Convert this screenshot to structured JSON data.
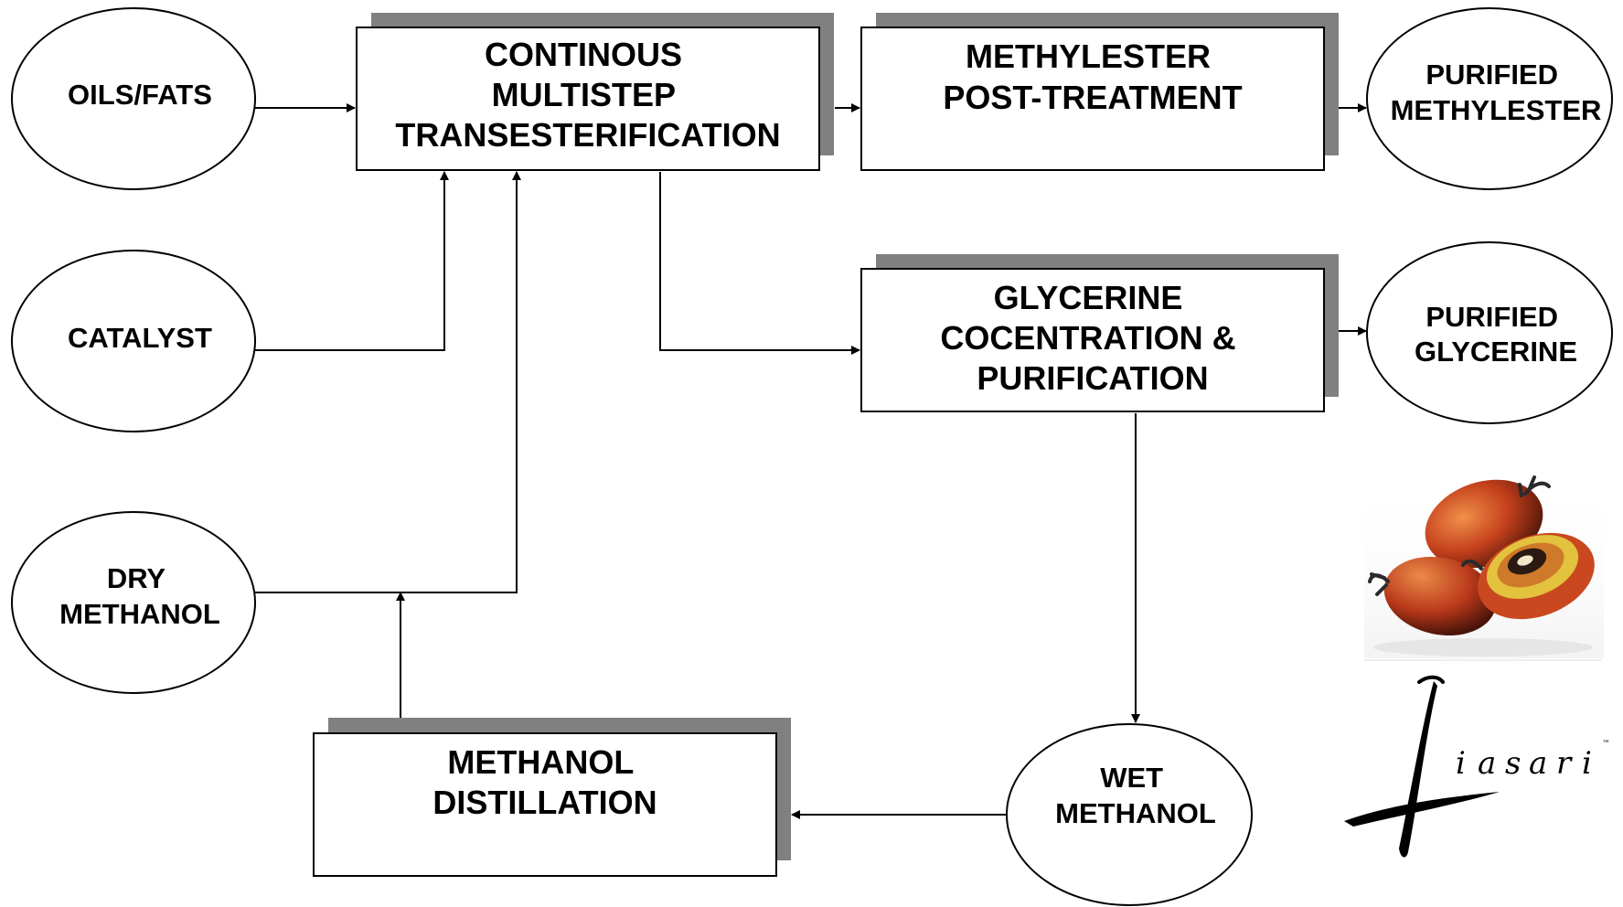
{
  "colors": {
    "stroke": "#000000",
    "box_fill": "#ffffff",
    "box_shadow": "#808080",
    "background": "#ffffff"
  },
  "inputs": {
    "oils_fats": [
      "OILS/FATS"
    ],
    "catalyst": [
      "CATALYST"
    ],
    "dry_methanol": [
      "DRY",
      "METHANOL"
    ]
  },
  "processes": {
    "transesterification": [
      "CONTINOUS",
      "MULTISTEP",
      "TRANSESTERIFICATION"
    ],
    "post_treatment": [
      "METHYLESTER",
      "POST-TREATMENT"
    ],
    "glycerine_purification": [
      "GLYCERINE",
      "COCENTRATION &",
      "PURIFICATION"
    ],
    "methanol_distillation": [
      "METHANOL",
      "DISTILLATION"
    ]
  },
  "outputs": {
    "purified_methylester": [
      "PURIFIED",
      "METHYLESTER"
    ],
    "purified_glycerine": [
      "PURIFIED",
      "GLYCERINE"
    ],
    "wet_methanol": [
      "WET",
      "METHANOL"
    ]
  },
  "logo": {
    "text": "Liasari",
    "depicts": "palm-fruit-illustration"
  }
}
